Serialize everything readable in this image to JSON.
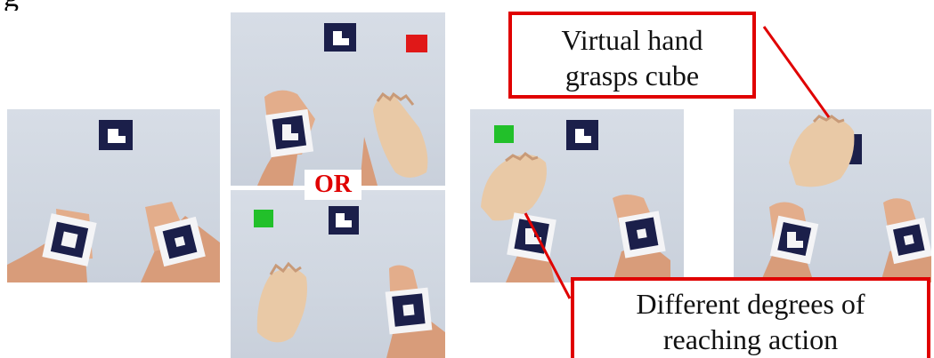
{
  "header_fragment": "g",
  "or_label": "OR",
  "callouts": {
    "top": {
      "line1": "Virtual hand",
      "line2": "grasps cube"
    },
    "bottom": {
      "line1": "Different degrees of",
      "line2": "reaching action"
    }
  },
  "colors": {
    "accent": "#e00000",
    "red_cube": "#e01818",
    "green_cube": "#22c02a",
    "marker": "#1b1f4a",
    "skin": "#e8b08c",
    "virtual_hand": "#e9c9a6",
    "background": "#d3d9e2"
  },
  "icons": [
    "fiducial-marker-icon",
    "hand-icon",
    "virtual-hand-icon",
    "cube-icon"
  ]
}
